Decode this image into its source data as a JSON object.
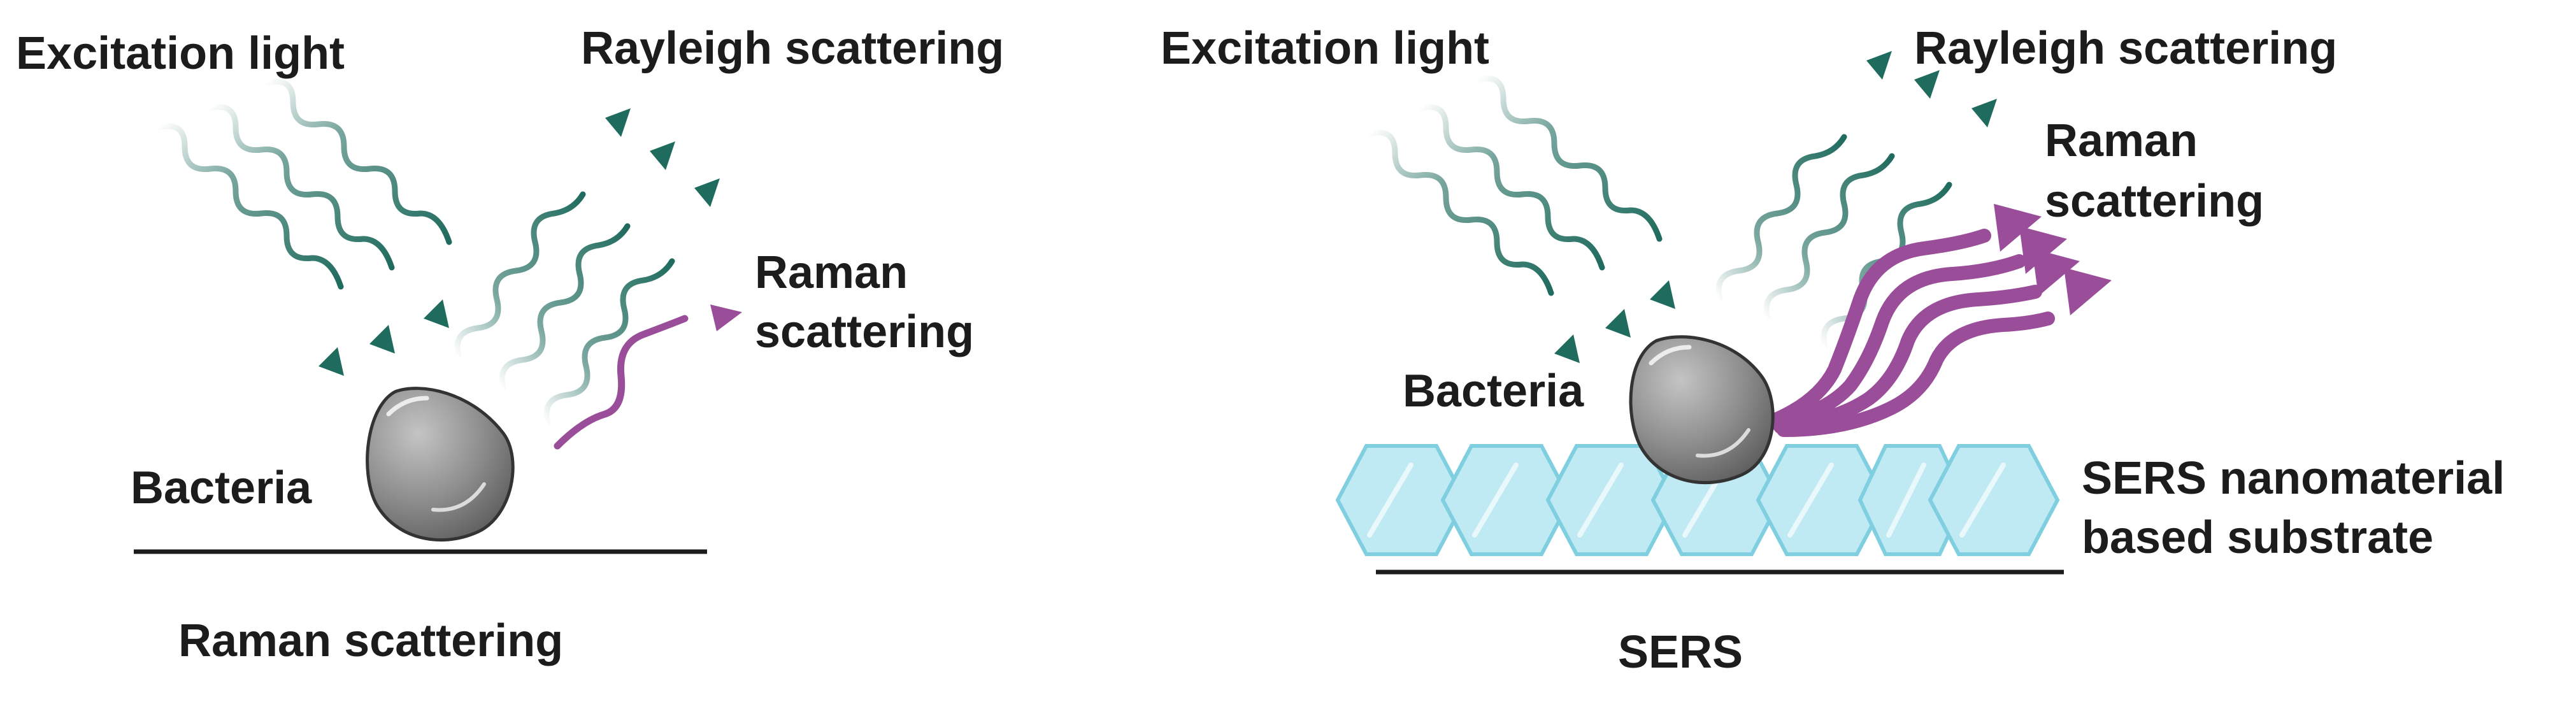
{
  "left_panel": {
    "labels": {
      "excitation": "Excitation light",
      "rayleigh": "Rayleigh scattering",
      "raman_line1": "Raman",
      "raman_line2": "scattering",
      "bacteria": "Bacteria",
      "caption": "Raman scattering"
    }
  },
  "right_panel": {
    "labels": {
      "excitation": "Excitation light",
      "rayleigh": "Rayleigh scattering",
      "raman_line1": "Raman",
      "raman_line2": "scattering",
      "bacteria": "Bacteria",
      "substrate_line1": "SERS nanomaterial",
      "substrate_line2": "based substrate",
      "caption": "SERS"
    }
  },
  "colors": {
    "excitation_arrow": "#1f6b5e",
    "raman_arrow": "#9a4e9a",
    "bacteria": "#8a8a8a",
    "substrate": "#bfeaf3",
    "substrate_edge": "#7fcfe0",
    "baseline": "#1c1c1c"
  }
}
